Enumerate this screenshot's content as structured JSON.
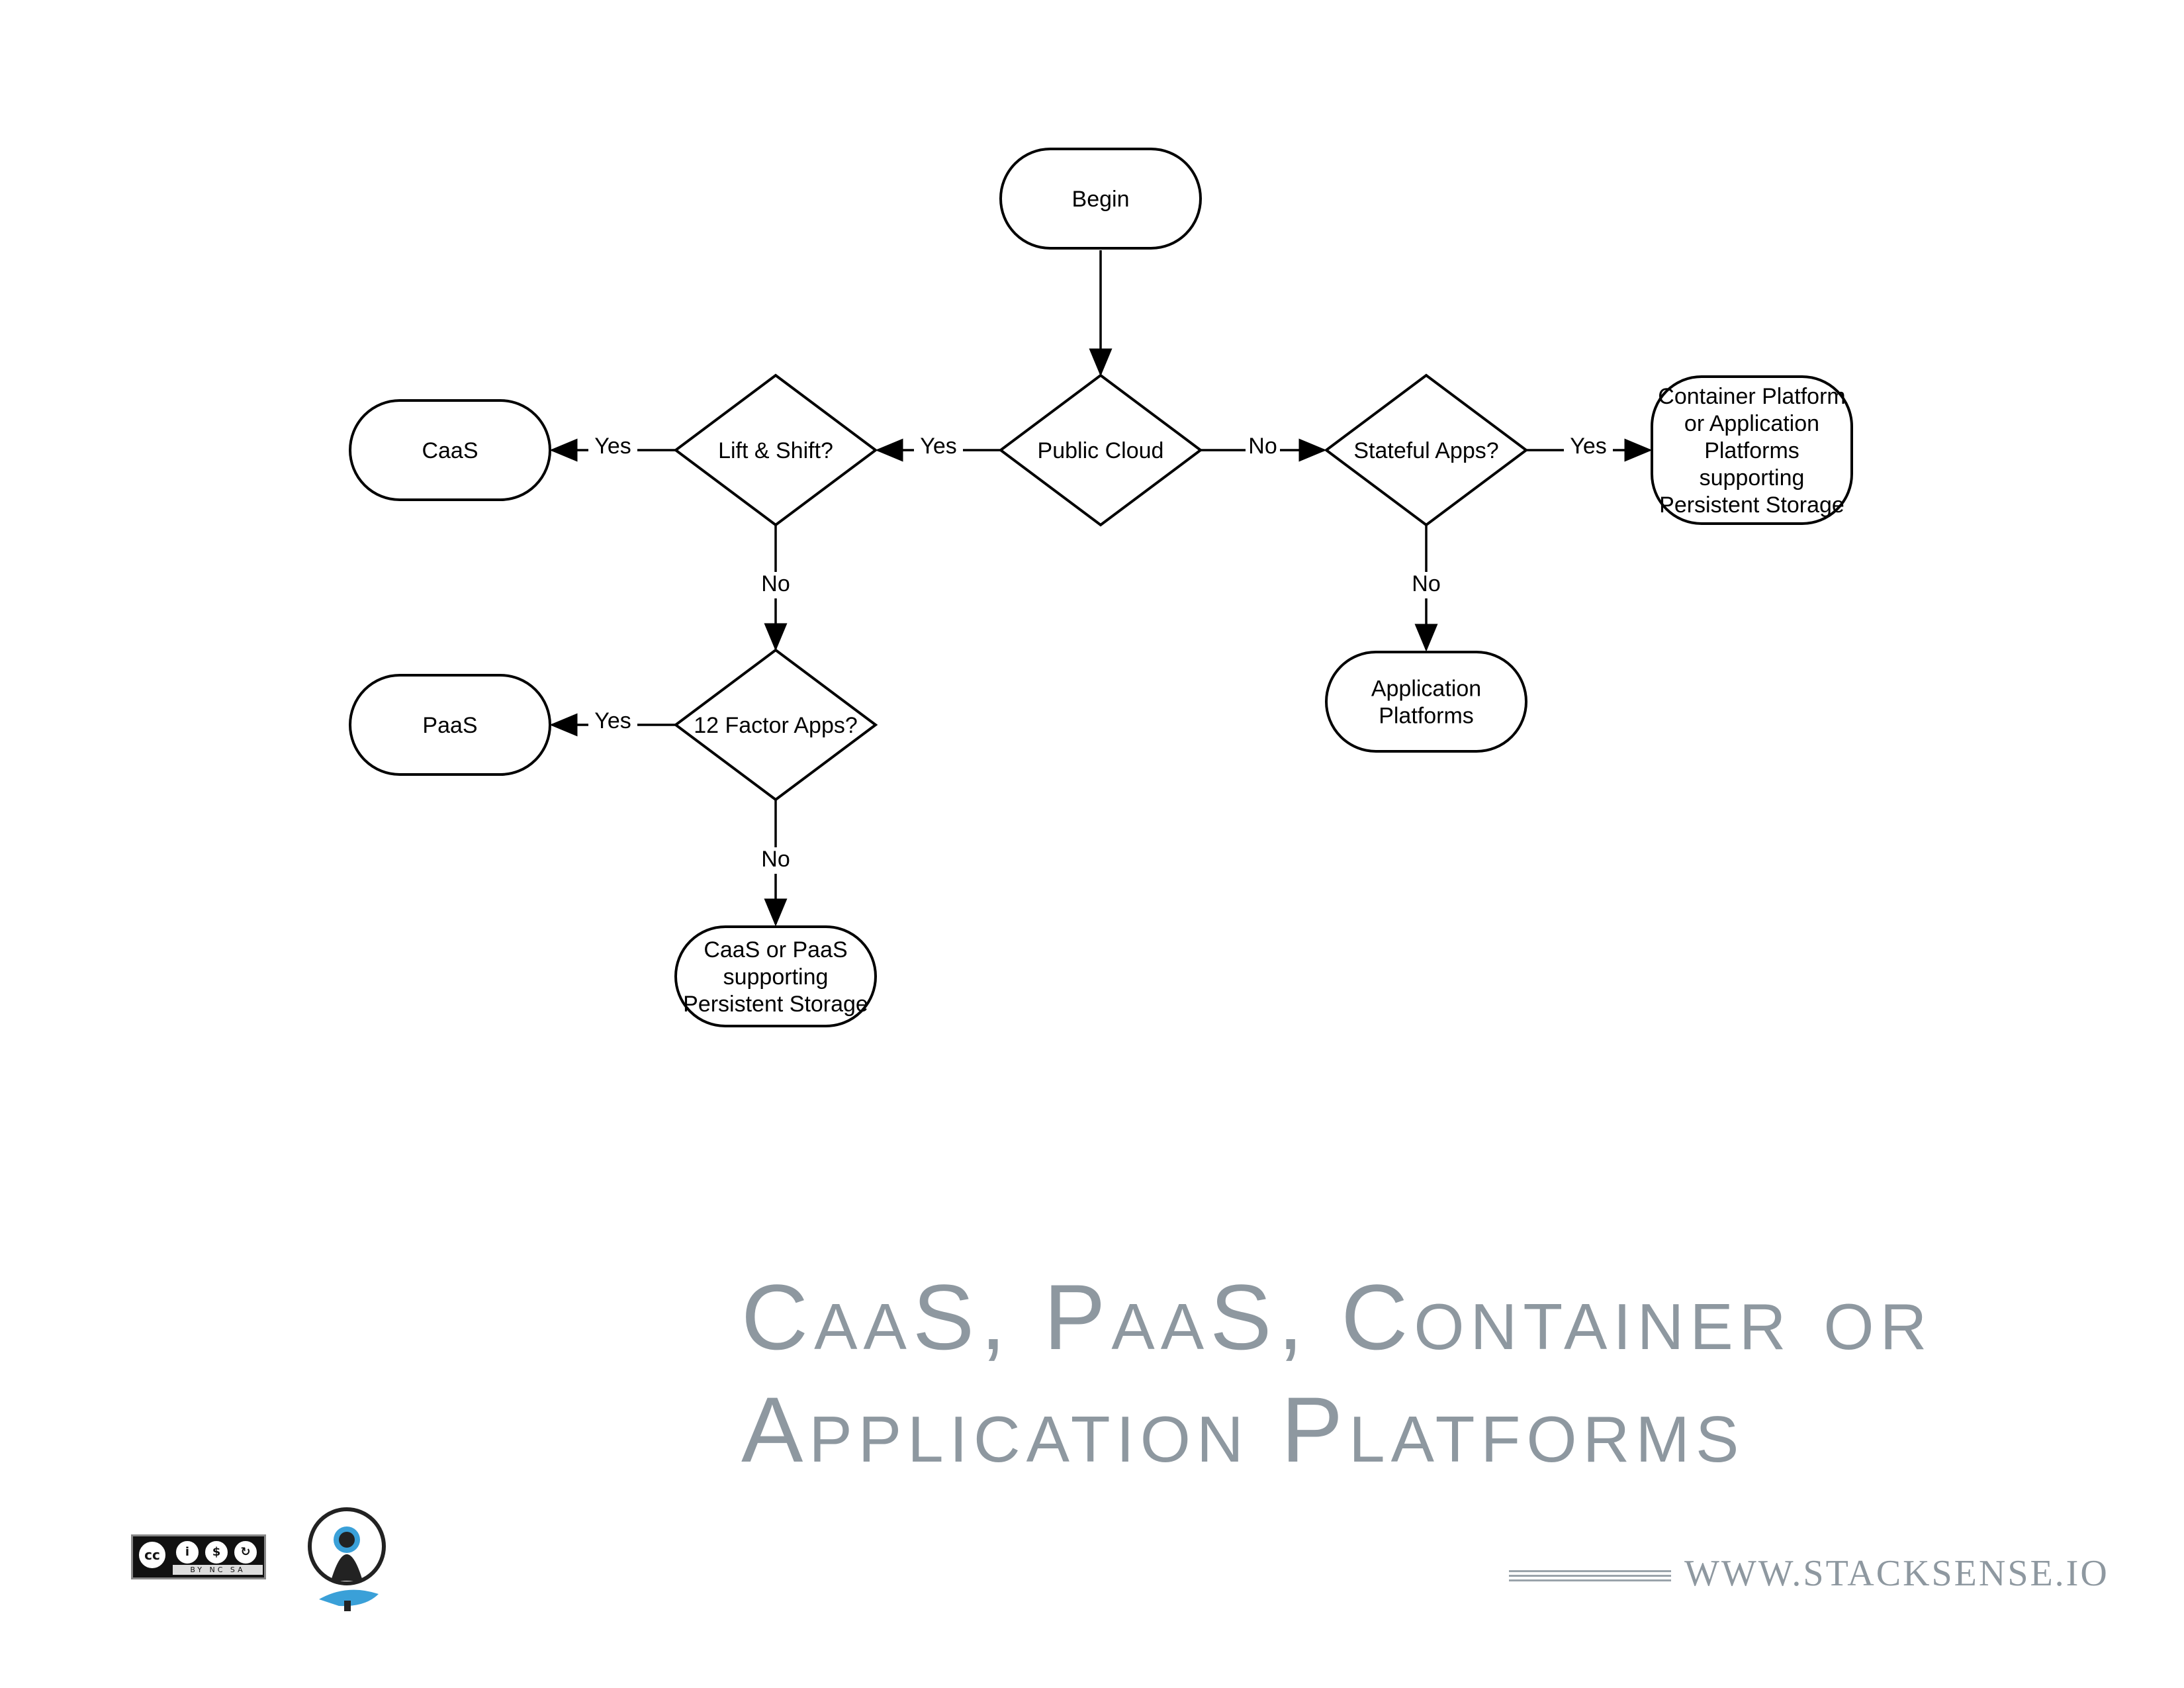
{
  "diagram": {
    "nodes": [
      {
        "id": "begin",
        "shape": "terminal",
        "lines": [
          "Begin"
        ]
      },
      {
        "id": "public-cloud",
        "shape": "decision",
        "lines": [
          "Public Cloud"
        ]
      },
      {
        "id": "lift-shift",
        "shape": "decision",
        "lines": [
          "Lift & Shift?"
        ]
      },
      {
        "id": "caas",
        "shape": "terminal",
        "lines": [
          "CaaS"
        ]
      },
      {
        "id": "twelve-factor",
        "shape": "decision",
        "lines": [
          "12 Factor Apps?"
        ]
      },
      {
        "id": "paas",
        "shape": "terminal",
        "lines": [
          "PaaS"
        ]
      },
      {
        "id": "caas-or-paas",
        "shape": "terminal",
        "lines": [
          "CaaS or PaaS",
          "supporting",
          "Persistent Storage"
        ]
      },
      {
        "id": "stateful-apps",
        "shape": "decision",
        "lines": [
          "Stateful Apps?"
        ]
      },
      {
        "id": "container-platform",
        "shape": "terminal",
        "lines": [
          "Container Platform",
          "or Application",
          "Platforms",
          "supporting",
          "Persistent Storage"
        ]
      },
      {
        "id": "application-platforms",
        "shape": "terminal",
        "lines": [
          "Application",
          "Platforms"
        ]
      }
    ],
    "edges": [
      {
        "from": "begin",
        "to": "public-cloud",
        "label": ""
      },
      {
        "from": "public-cloud",
        "to": "lift-shift",
        "label": "Yes"
      },
      {
        "from": "lift-shift",
        "to": "caas",
        "label": "Yes"
      },
      {
        "from": "lift-shift",
        "to": "twelve-factor",
        "label": "No"
      },
      {
        "from": "twelve-factor",
        "to": "paas",
        "label": "Yes"
      },
      {
        "from": "twelve-factor",
        "to": "caas-or-paas",
        "label": "No"
      },
      {
        "from": "public-cloud",
        "to": "stateful-apps",
        "label": "No"
      },
      {
        "from": "stateful-apps",
        "to": "container-platform",
        "label": "Yes"
      },
      {
        "from": "stateful-apps",
        "to": "application-platforms",
        "label": "No"
      }
    ]
  },
  "title": {
    "line1": "CaaS, PaaS, Container or",
    "line2": "Application Platforms"
  },
  "footer": {
    "website": "WWW.STACKSENSE.IO",
    "license_badge": "CC BY NC SA",
    "license_icons": [
      "cc",
      "by",
      "nc",
      "sa"
    ]
  },
  "colors": {
    "title": "#8e98a0",
    "line": "#000000",
    "accent": "#3aa0d8"
  }
}
